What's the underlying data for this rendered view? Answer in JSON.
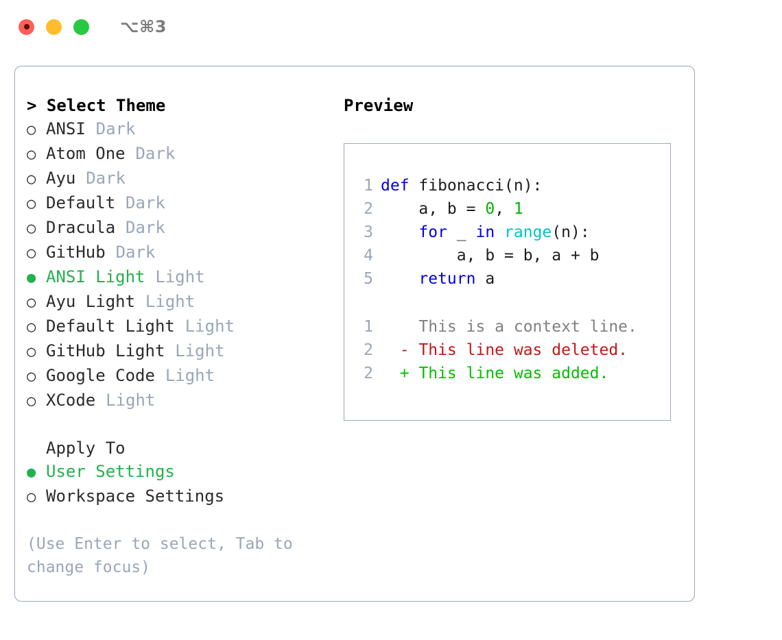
{
  "window": {
    "shortcut_label": "⌥⌘3",
    "traffic_lights": [
      {
        "name": "close",
        "color": "#ff5f57"
      },
      {
        "name": "minimize",
        "color": "#ffbd2e"
      },
      {
        "name": "maximize",
        "color": "#28c840"
      }
    ]
  },
  "theme_selector": {
    "heading": "> Select Theme",
    "bullet_selected": "●",
    "bullet_unselected": "○",
    "accent_color": "#22b14c",
    "muted_color": "#9aa6b8",
    "items": [
      {
        "label": "ANSI",
        "suffix": "Dark",
        "selected": false
      },
      {
        "label": "Atom One",
        "suffix": "Dark",
        "selected": false
      },
      {
        "label": "Ayu",
        "suffix": "Dark",
        "selected": false
      },
      {
        "label": "Default",
        "suffix": "Dark",
        "selected": false
      },
      {
        "label": "Dracula",
        "suffix": "Dark",
        "selected": false
      },
      {
        "label": "GitHub",
        "suffix": "Dark",
        "selected": false
      },
      {
        "label": "ANSI Light",
        "suffix": "Light",
        "selected": true
      },
      {
        "label": "Ayu Light",
        "suffix": "Light",
        "selected": false
      },
      {
        "label": "Default Light",
        "suffix": "Light",
        "selected": false
      },
      {
        "label": "GitHub Light",
        "suffix": "Light",
        "selected": false
      },
      {
        "label": "Google Code",
        "suffix": "Light",
        "selected": false
      },
      {
        "label": "XCode",
        "suffix": "Light",
        "selected": false
      }
    ]
  },
  "apply_to": {
    "heading": "Apply To",
    "items": [
      {
        "label": "User Settings",
        "selected": true
      },
      {
        "label": "Workspace Settings",
        "selected": false
      }
    ]
  },
  "hint": "(Use Enter to select, Tab to change focus)",
  "preview": {
    "heading": "Preview",
    "code_lines": [
      {
        "number": "1",
        "tokens": [
          {
            "text": "def ",
            "kind": "kw"
          },
          {
            "text": "fibonacci(n):",
            "kind": "code"
          }
        ]
      },
      {
        "number": "2",
        "tokens": [
          {
            "text": "    a, b = ",
            "kind": "code"
          },
          {
            "text": "0",
            "kind": "num"
          },
          {
            "text": ", ",
            "kind": "code"
          },
          {
            "text": "1",
            "kind": "num"
          }
        ]
      },
      {
        "number": "3",
        "tokens": [
          {
            "text": "    ",
            "kind": "code"
          },
          {
            "text": "for",
            "kind": "kw"
          },
          {
            "text": " _ ",
            "kind": "code"
          },
          {
            "text": "in",
            "kind": "kw"
          },
          {
            "text": " ",
            "kind": "code"
          },
          {
            "text": "range",
            "kind": "fn"
          },
          {
            "text": "(n):",
            "kind": "code"
          }
        ]
      },
      {
        "number": "4",
        "tokens": [
          {
            "text": "        a, b = b, a + b",
            "kind": "code"
          }
        ]
      },
      {
        "number": "5",
        "tokens": [
          {
            "text": "    ",
            "kind": "code"
          },
          {
            "text": "return",
            "kind": "kw"
          },
          {
            "text": " a",
            "kind": "code"
          }
        ]
      }
    ],
    "diff_lines": [
      {
        "number": "1",
        "marker": "  ",
        "text": "This is a context line.",
        "kind": "ctx"
      },
      {
        "number": "2",
        "marker": "- ",
        "text": "This line was deleted.",
        "kind": "del"
      },
      {
        "number": "2",
        "marker": "+ ",
        "text": "This line was added.",
        "kind": "add"
      }
    ]
  }
}
